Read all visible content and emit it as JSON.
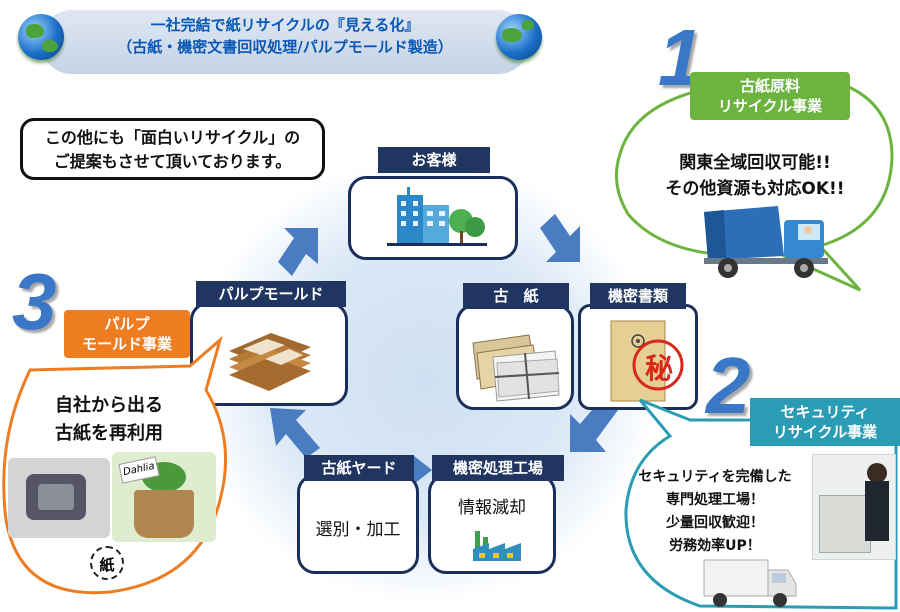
{
  "banner": {
    "line1": "一社完結で紙リサイクルの『見える化』",
    "line2": "（古紙・機密文書回収処理/パルプモールド製造）"
  },
  "note": {
    "line1": "この他にも「面白いリサイクル」の",
    "line2": "ご提案もさせて頂いております。"
  },
  "nodes": {
    "customer": "お客様",
    "paper": "古　紙",
    "confidential": "機密書類",
    "pulp_mold": "パルプモールド",
    "yard": "古紙ヤード",
    "yard_text": "選別・加工",
    "plant": "機密処理工場",
    "plant_text": "情報滅却"
  },
  "business1": {
    "number": "1",
    "tag_line1": "古紙原料",
    "tag_line2": "リサイクル事業",
    "text_line1": "関東全域回収可能!!",
    "text_line2": "その他資源も対応OK!!"
  },
  "business2": {
    "number": "2",
    "tag_line1": "セキュリティ",
    "tag_line2": "リサイクル事業",
    "text_line1": "セキュリティを完備した",
    "text_line2": "専門処理工場！",
    "text_line3": "少量回収歓迎！",
    "text_line4": "労務効率UP！"
  },
  "business3": {
    "number": "3",
    "tag_line1": "パルプ",
    "tag_line2": "モールド事業",
    "text_line1": "自社から出る",
    "text_line2": "古紙を再利用"
  },
  "icons": {
    "secret_stamp": "秘",
    "paper_stamp": "紙",
    "tag_writing": "Dahlia"
  },
  "colors": {
    "navy": "#20355f",
    "arrow_blue": "#4a7cc1",
    "green": "#6cb33f",
    "teal": "#2a9db5",
    "orange": "#ee7d22",
    "number_blue": "#3a78c7",
    "banner_text": "#0a58b6"
  }
}
